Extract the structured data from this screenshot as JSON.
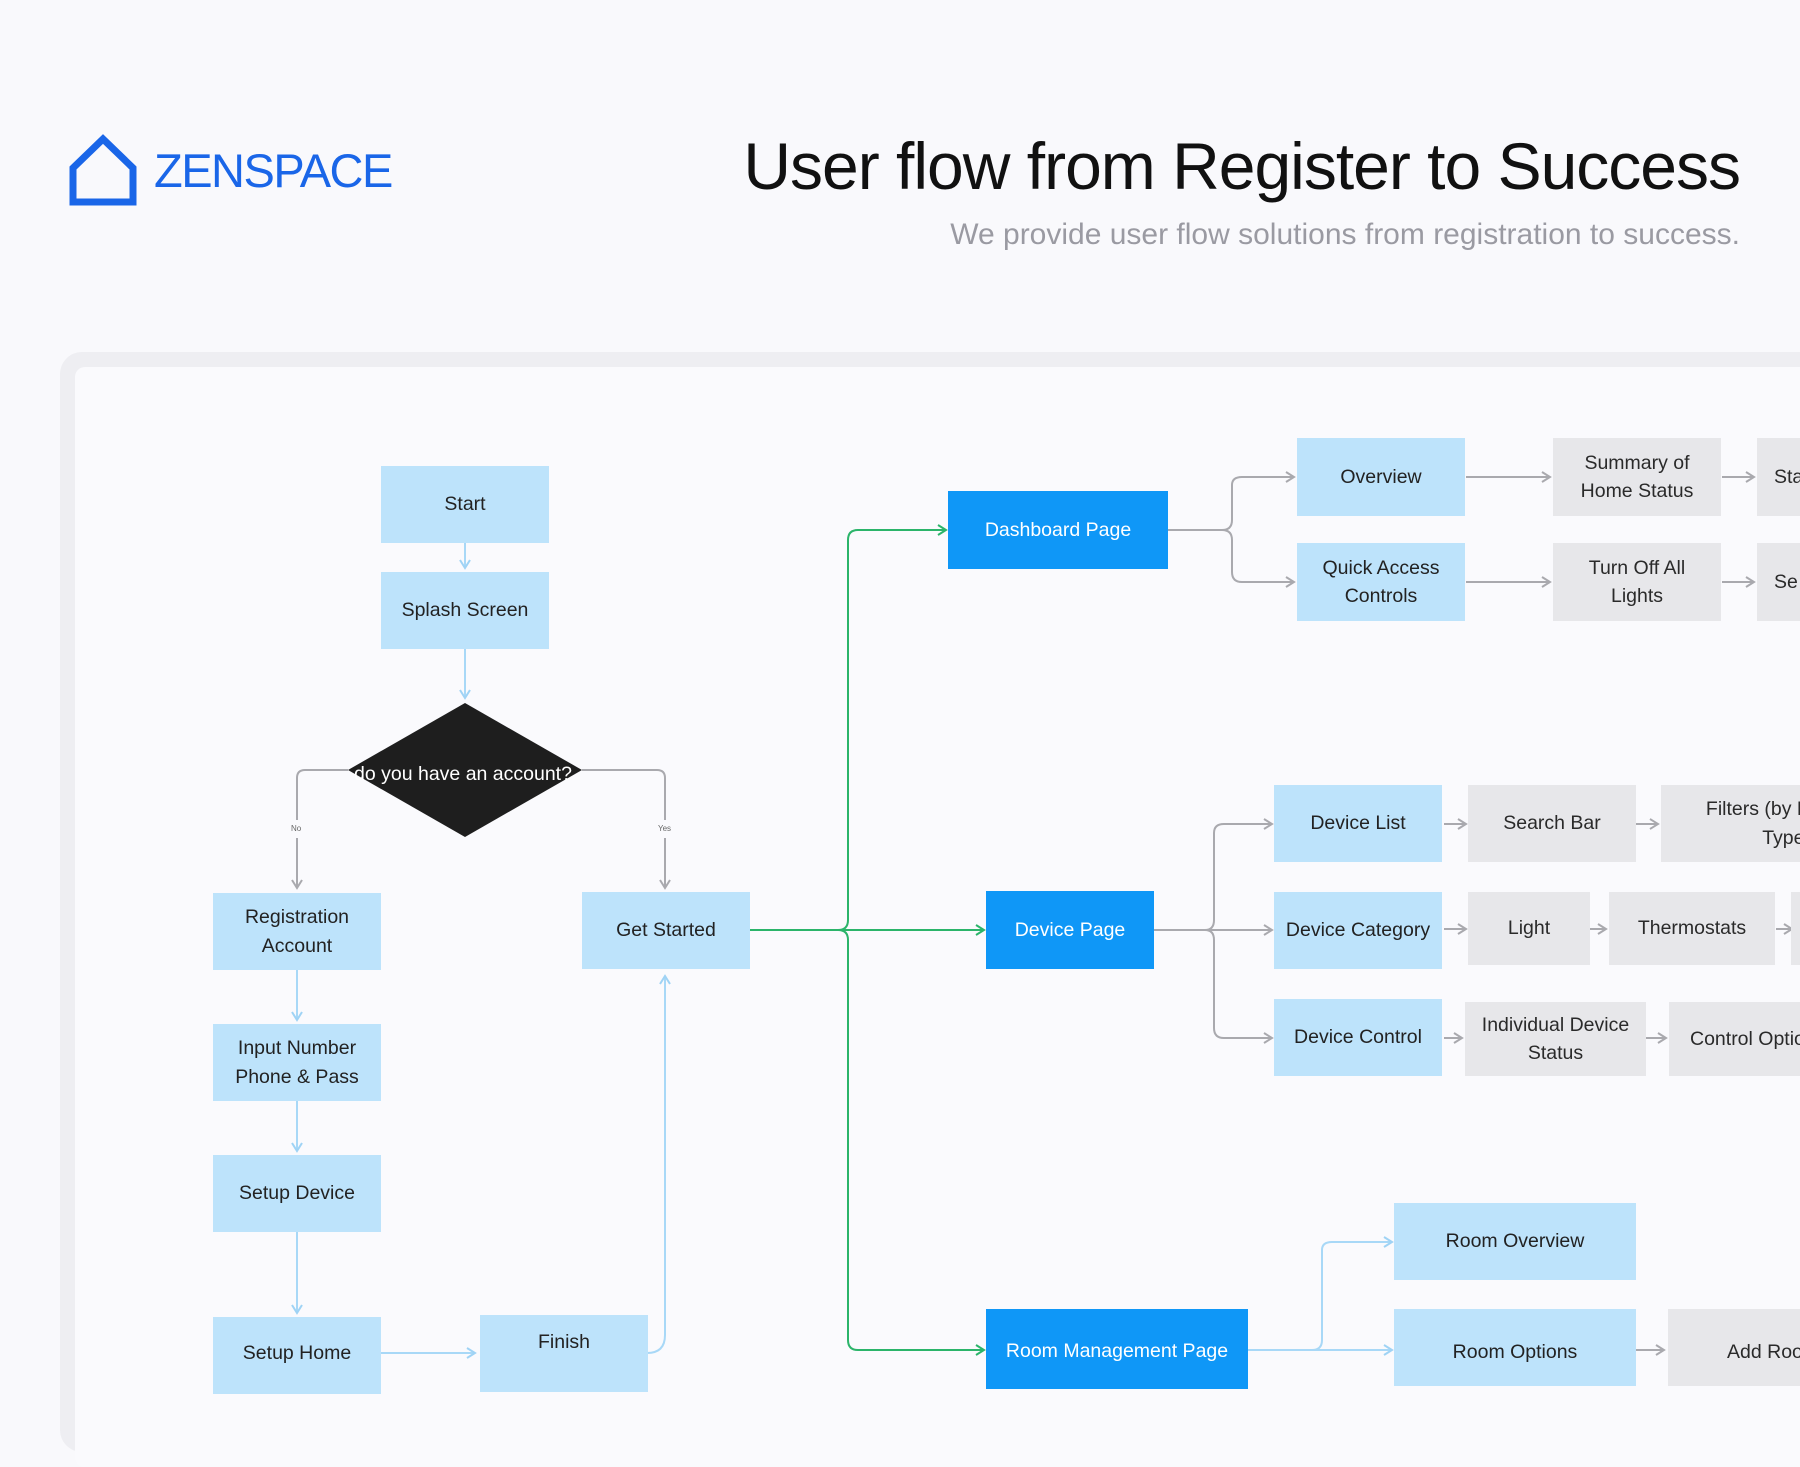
{
  "brand": {
    "name": "ZENSPACE",
    "logo_icon": "house-outline-icon",
    "color": "#1a66e8"
  },
  "header": {
    "title": "User flow from Register to Success",
    "subtitle": "We provide user flow solutions from registration to success."
  },
  "colors": {
    "page_bg": "#f9f9fc",
    "node_light": "#bde3fb",
    "node_primary": "#0f97f7",
    "node_gray": "#e7e7ea",
    "decision": "#1e1e1e",
    "connector_green": "#2bb46a",
    "connector_gray": "#a9a9ae",
    "connector_light": "#a8d8f7"
  },
  "flow": {
    "start": "Start",
    "splash": "Splash Screen",
    "decision": "do you have an account?",
    "no_label": "No",
    "yes_label": "Yes",
    "registration": "Registration Account",
    "input_number": "Input Number Phone & Pass",
    "setup_device": "Setup Device",
    "setup_home": "Setup Home",
    "finish": "Finish",
    "get_started": "Get Started"
  },
  "pages": {
    "dashboard": "Dashboard Page",
    "device": "Device Page",
    "room": "Room Management Page"
  },
  "dashboard_items": {
    "overview": "Overview",
    "summary": "Summary of Home Status",
    "quick_access": "Quick Access Controls",
    "turn_off": "Turn Off All Lights",
    "overview_next": "Sta",
    "quick_next": "Se"
  },
  "device_items": {
    "list": "Device List",
    "search": "Search Bar",
    "filters": "Filters (by R Type)",
    "category": "Device Category",
    "light": "Light",
    "thermostats": "Thermostats",
    "control": "Device Control",
    "individual_status": "Individual Device Status",
    "control_options": "Control Optio"
  },
  "room_items": {
    "overview": "Room Overview",
    "options": "Room Options",
    "add_room": "Add Roo"
  }
}
